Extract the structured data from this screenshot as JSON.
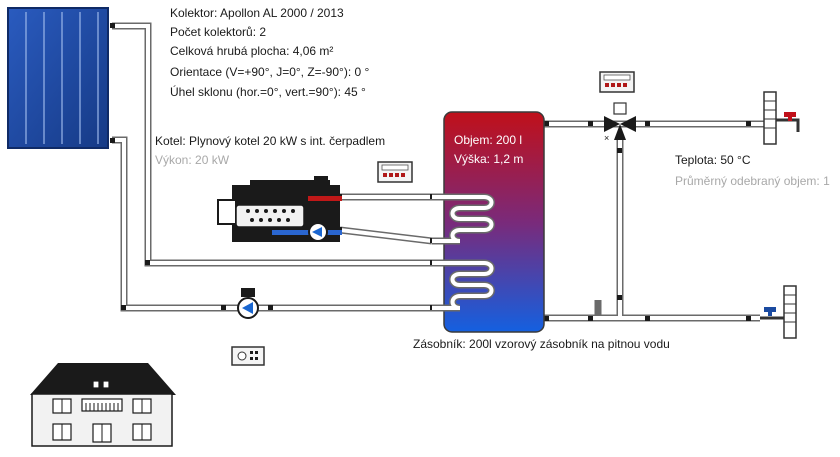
{
  "collector": {
    "name": "Kolektor: Apollon AL 2000 / 2013",
    "count": "Počet kolektorů: 2",
    "area": "Celková hrubá plocha: 4,06 m²",
    "orientation": "Orientace (V=+90°, J=0°, Z=-90°): 0 °",
    "tilt": "Úhel sklonu (hor.=0°, vert.=90°): 45 °"
  },
  "boiler": {
    "name": "Kotel: Plynový kotel 20 kW s int. čerpadlem",
    "power": "Výkon: 20 kW"
  },
  "tank": {
    "volume": "Objem: 200 l",
    "height": "Výška: 1,2 m",
    "caption": "Zásobník: 200l vzorový zásobník na pitnou vodu"
  },
  "consumption": {
    "temperature": "Teplota: 50 °C",
    "average_volume": "Průměrný odebraný objem: 1"
  },
  "colors": {
    "pipe_outline": "#6a6a6a",
    "pipe_fill": "#ffffff",
    "tank_top": "#c0101a",
    "tank_bottom": "#1460e0",
    "collector_blue": "#1f4ea8",
    "hot_valve": "#c0101a",
    "cold_valve": "#1a4aa0",
    "boiler_body": "#1a1a1a"
  },
  "icons": {
    "controller": "controller-icon",
    "pump": "pump-icon",
    "mixing_valve": "mixing-valve-icon",
    "tap": "tap-icon",
    "house": "house-icon"
  }
}
